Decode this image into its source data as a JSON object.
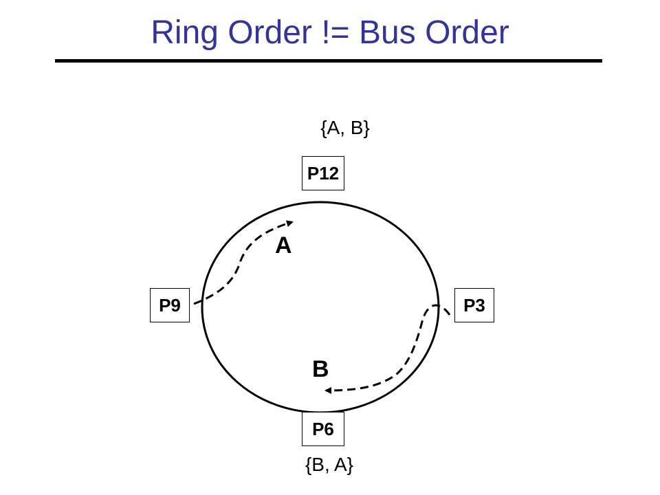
{
  "title": "Ring Order != Bus Order",
  "nodes": {
    "p12": "P12",
    "p3": "P3",
    "p6": "P6",
    "p9": "P9"
  },
  "orders": {
    "top": "{A, B}",
    "bottom": "{B, A}"
  },
  "messages": {
    "a": "A",
    "b": "B"
  },
  "colors": {
    "title": "#333399",
    "stroke": "#000000"
  }
}
